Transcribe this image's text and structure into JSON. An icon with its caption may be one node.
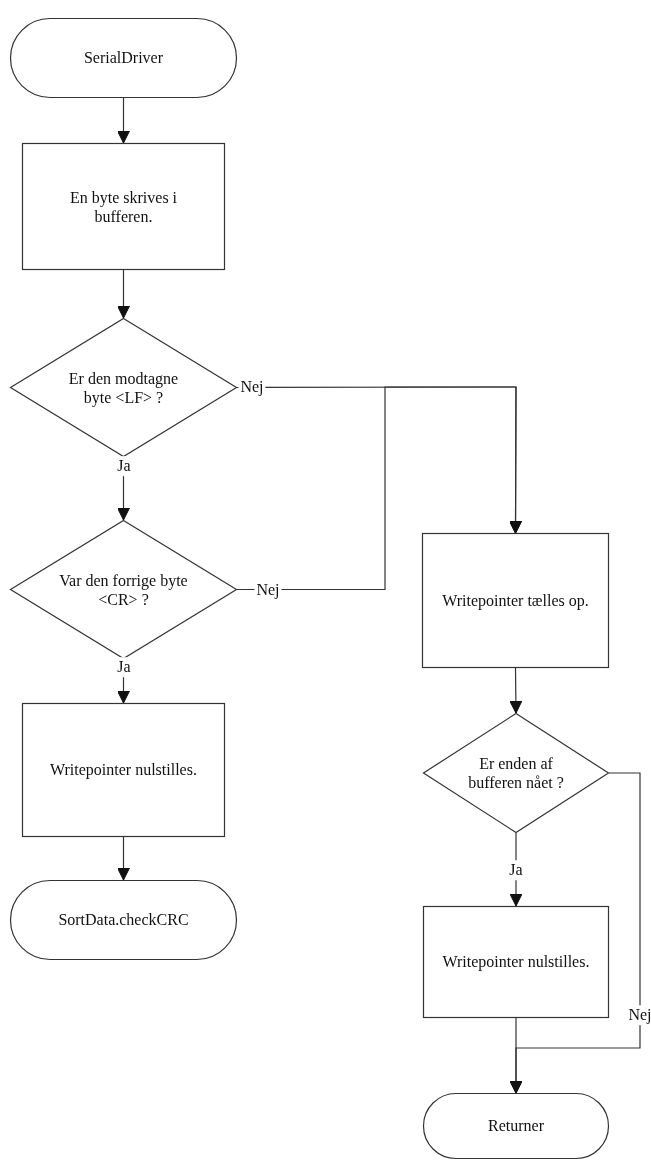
{
  "diagram": {
    "nodes": [
      {
        "text": [
          "SerialDriver"
        ]
      },
      {
        "text": [
          "En byte skrives i bufferen."
        ]
      },
      {
        "text": [
          "Er den modtagne byte <LF> ?"
        ]
      },
      {
        "text": [
          "Var den forrige byte <CR> ?"
        ]
      },
      {
        "text": [
          "Writepointer nulstilles."
        ]
      },
      {
        "text": [
          "SortData.checkCRC"
        ]
      },
      {
        "text": [
          "Writepointer tælles op."
        ]
      },
      {
        "text": [
          "Er enden af bufferen nået ?"
        ]
      },
      {
        "text": [
          "Writepointer nulstilles."
        ]
      },
      {
        "text": [
          "Returner"
        ]
      }
    ],
    "edges": [
      {
        "from": 0,
        "to": 1,
        "arrow": "to"
      },
      {
        "from": 1,
        "to": 2,
        "arrow": "to"
      },
      {
        "from": 2,
        "to": 3,
        "arrow": "to",
        "label": "Ja"
      },
      {
        "from": 2,
        "to": 6,
        "arrow": "to",
        "label": "Nej"
      },
      {
        "from": 3,
        "to": 6,
        "arrow": "to",
        "label": "Nej"
      },
      {
        "from": 3,
        "to": 4,
        "arrow": "to",
        "label": "Ja"
      },
      {
        "from": 4,
        "to": 5,
        "arrow": "to"
      },
      {
        "from": 6,
        "to": 7,
        "arrow": "to"
      },
      {
        "from": 7,
        "to": 8,
        "arrow": "to",
        "label": "Ja"
      },
      {
        "from": 7,
        "to": 9,
        "arrow": "to",
        "label": "Nej"
      },
      {
        "from": 8,
        "to": 9,
        "arrow": "to"
      }
    ]
  }
}
